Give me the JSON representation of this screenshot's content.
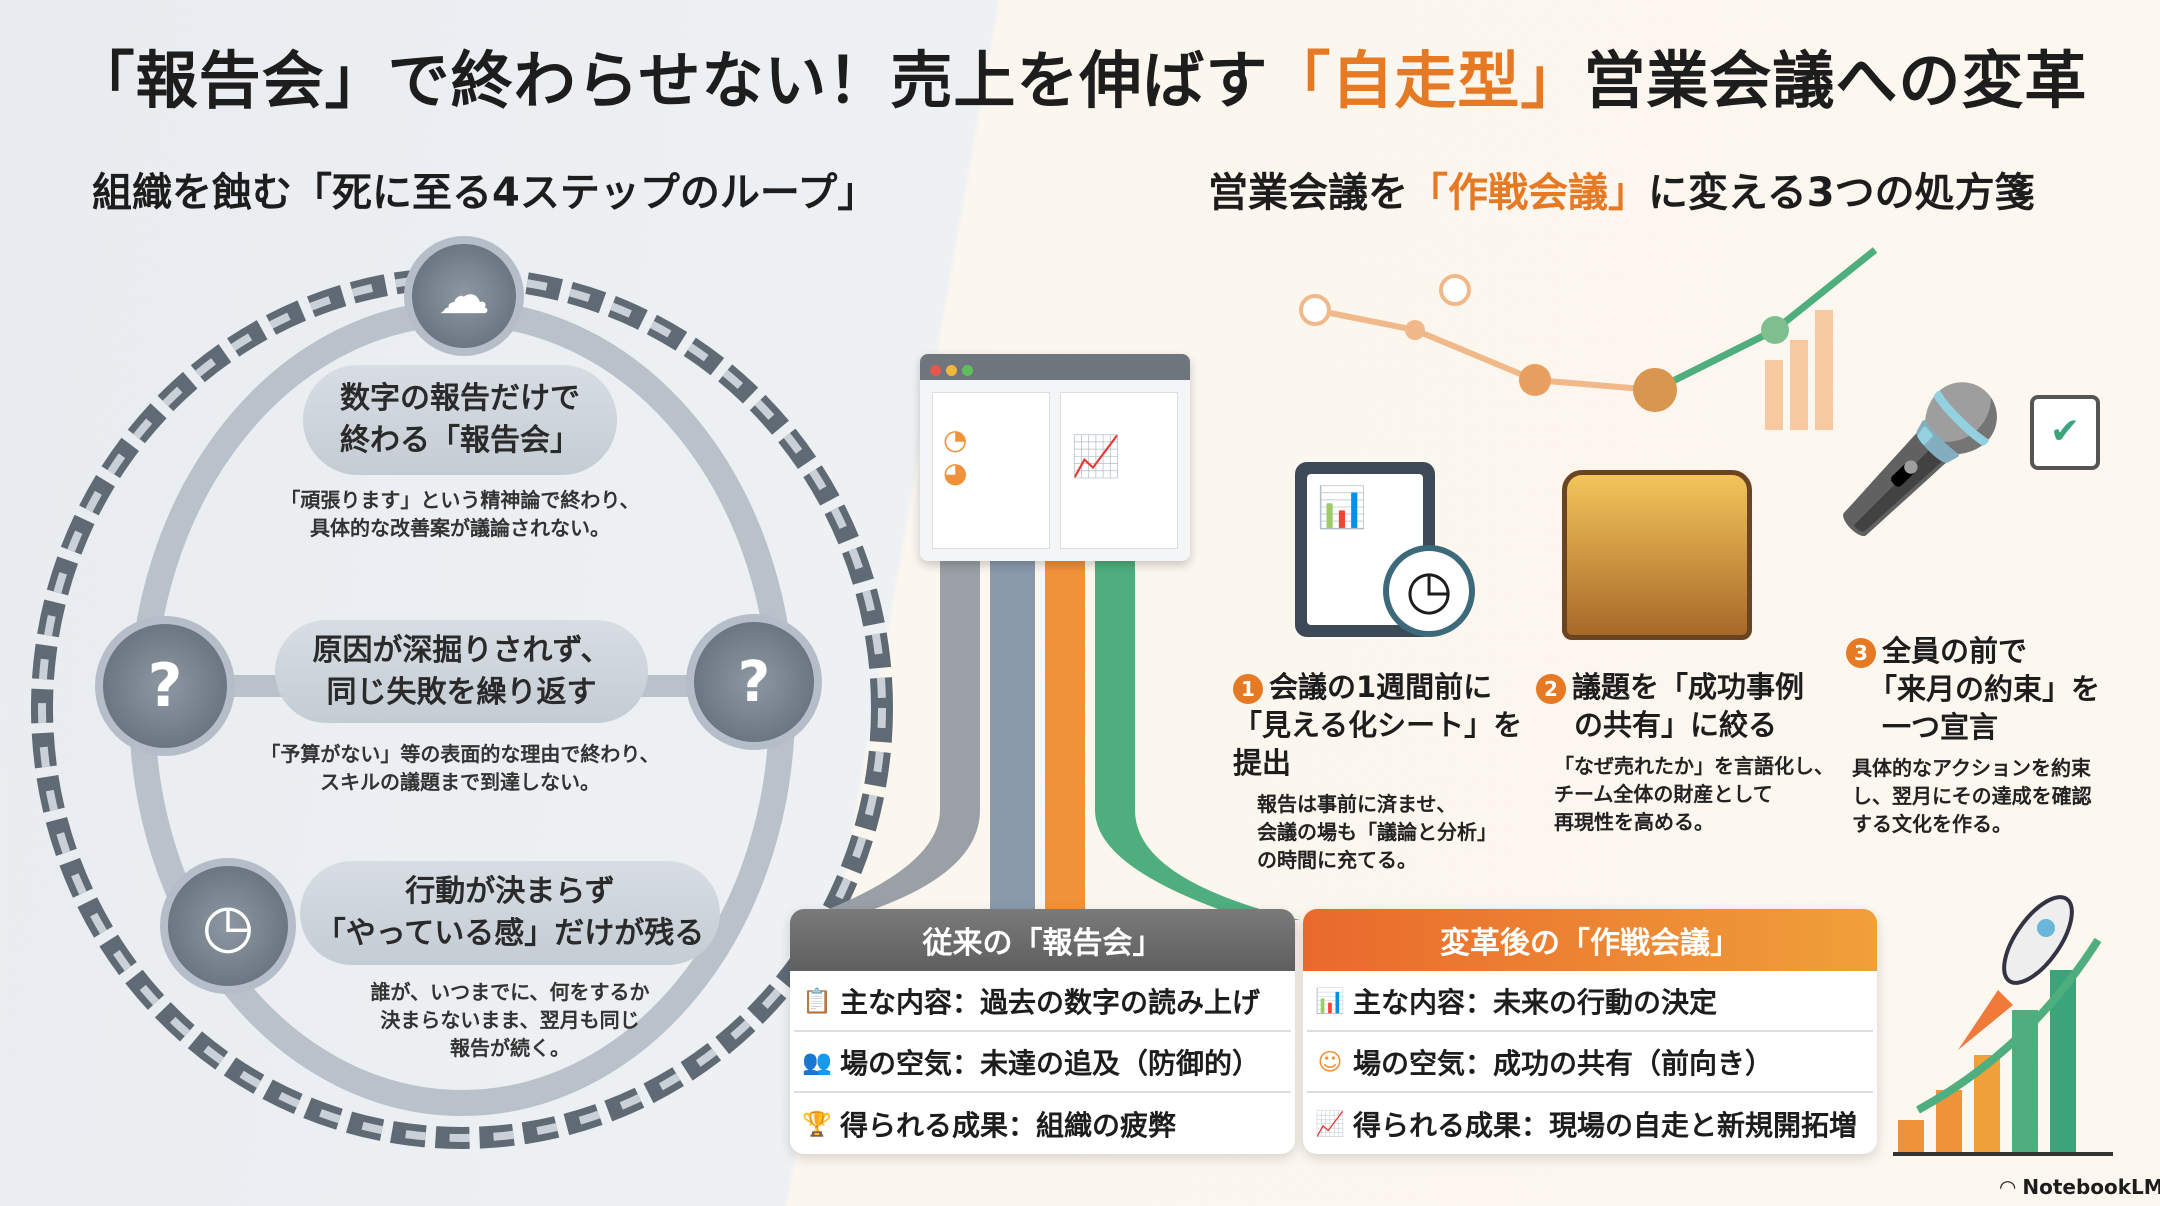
{
  "title": {
    "pre": "「報告会」で終わらせない！売上を伸ばす",
    "accent": "「自走型」",
    "post": "営業会議への変革"
  },
  "left": {
    "subtitle": "組織を蝕む「死に至る4ステップのループ」",
    "steps": [
      {
        "title1": "数字の報告だけで",
        "title2": "終わる「報告会」",
        "desc1": "「頑張ります」という精神論で終わり、",
        "desc2": "具体的な改善案が議論されない。"
      },
      {
        "title1": "原因が深掘りされず、",
        "title2": "同じ失敗を繰り返す",
        "desc1": "「予算がない」等の表面的な理由で終わり、",
        "desc2": "スキルの議題まで到達しない。"
      },
      {
        "title1": "行動が決まらず",
        "title2": "「やっている感」だけが残る",
        "desc1": "誰が、いつまでに、何をするか",
        "desc2": "決まらないまま、翌月も同じ",
        "desc3": "報告が続く。"
      }
    ]
  },
  "right": {
    "subtitle_pre": "営業会議を",
    "subtitle_accent": "「作戦会議」",
    "subtitle_post": "に変える3つの処方箋",
    "steps": [
      {
        "num": "1",
        "title1": "会議の1週間前に",
        "title2": "「見える化シート」を提出",
        "desc1": "報告は事前に済ませ、",
        "desc2": "会議の場も「議論と分析」",
        "desc3": "の時間に充てる。"
      },
      {
        "num": "2",
        "title1": "議題を「成功事例",
        "title2": "の共有」に絞る",
        "desc1": "「なぜ売れたか」を言語化し、",
        "desc2": "チーム全体の財産として",
        "desc3": "再現性を高める。"
      },
      {
        "num": "3",
        "title1": "全員の前で",
        "title2": "「来月の約束」を",
        "title3": "一つ宣言",
        "desc1": "具体的なアクションを約束",
        "desc2": "し、翌月にその達成を確認",
        "desc3": "する文化を作る。"
      }
    ]
  },
  "compare": {
    "old": {
      "header": "従来の「報告会」",
      "rows": [
        "主な内容：過去の数字の読み上げ",
        "場の空気：未達の追及（防御的）",
        "得られる成果：組織の疲弊"
      ]
    },
    "new": {
      "header": "変革後の「作戦会議」",
      "rows": [
        "主な内容：未来の行動の決定",
        "場の空気：成功の共有（前向き）",
        "得られる成果：現場の自走と新規開拓増"
      ]
    }
  },
  "footer": {
    "brand": "NotebookLM"
  },
  "colors": {
    "accent": "#e67a24",
    "gray": "#6e6e6e",
    "green": "#3aa57a"
  }
}
